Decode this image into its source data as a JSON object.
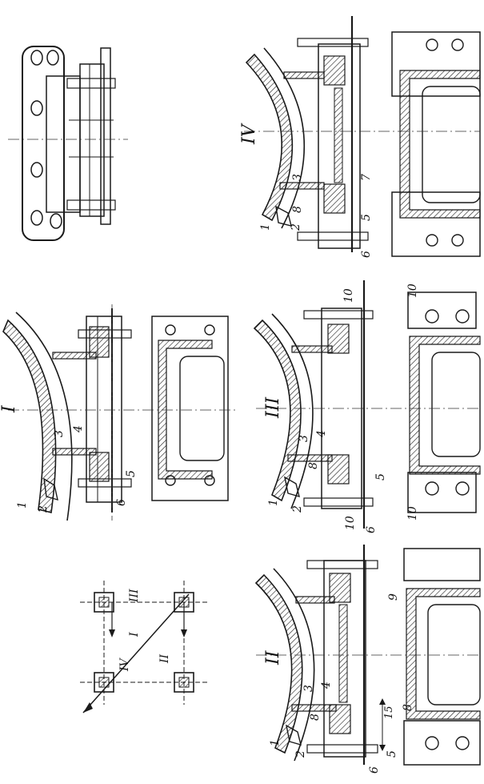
{
  "sections": [
    {
      "id": "I",
      "label": "I"
    },
    {
      "id": "II",
      "label": "II"
    },
    {
      "id": "III",
      "label": "III"
    },
    {
      "id": "IV",
      "label": "IV"
    }
  ],
  "scheme_labels": [
    "I",
    "II",
    "III",
    "IV"
  ],
  "part_numbers": {
    "p1": "1",
    "p2": "2",
    "p3": "3",
    "p4": "4",
    "p5": "5",
    "p6": "6",
    "p7": "7",
    "p8": "8",
    "p9": "9",
    "p10": "10"
  },
  "dimension": "15",
  "colors": {
    "ink": "#1a1a1a",
    "paper": "#ffffff"
  }
}
